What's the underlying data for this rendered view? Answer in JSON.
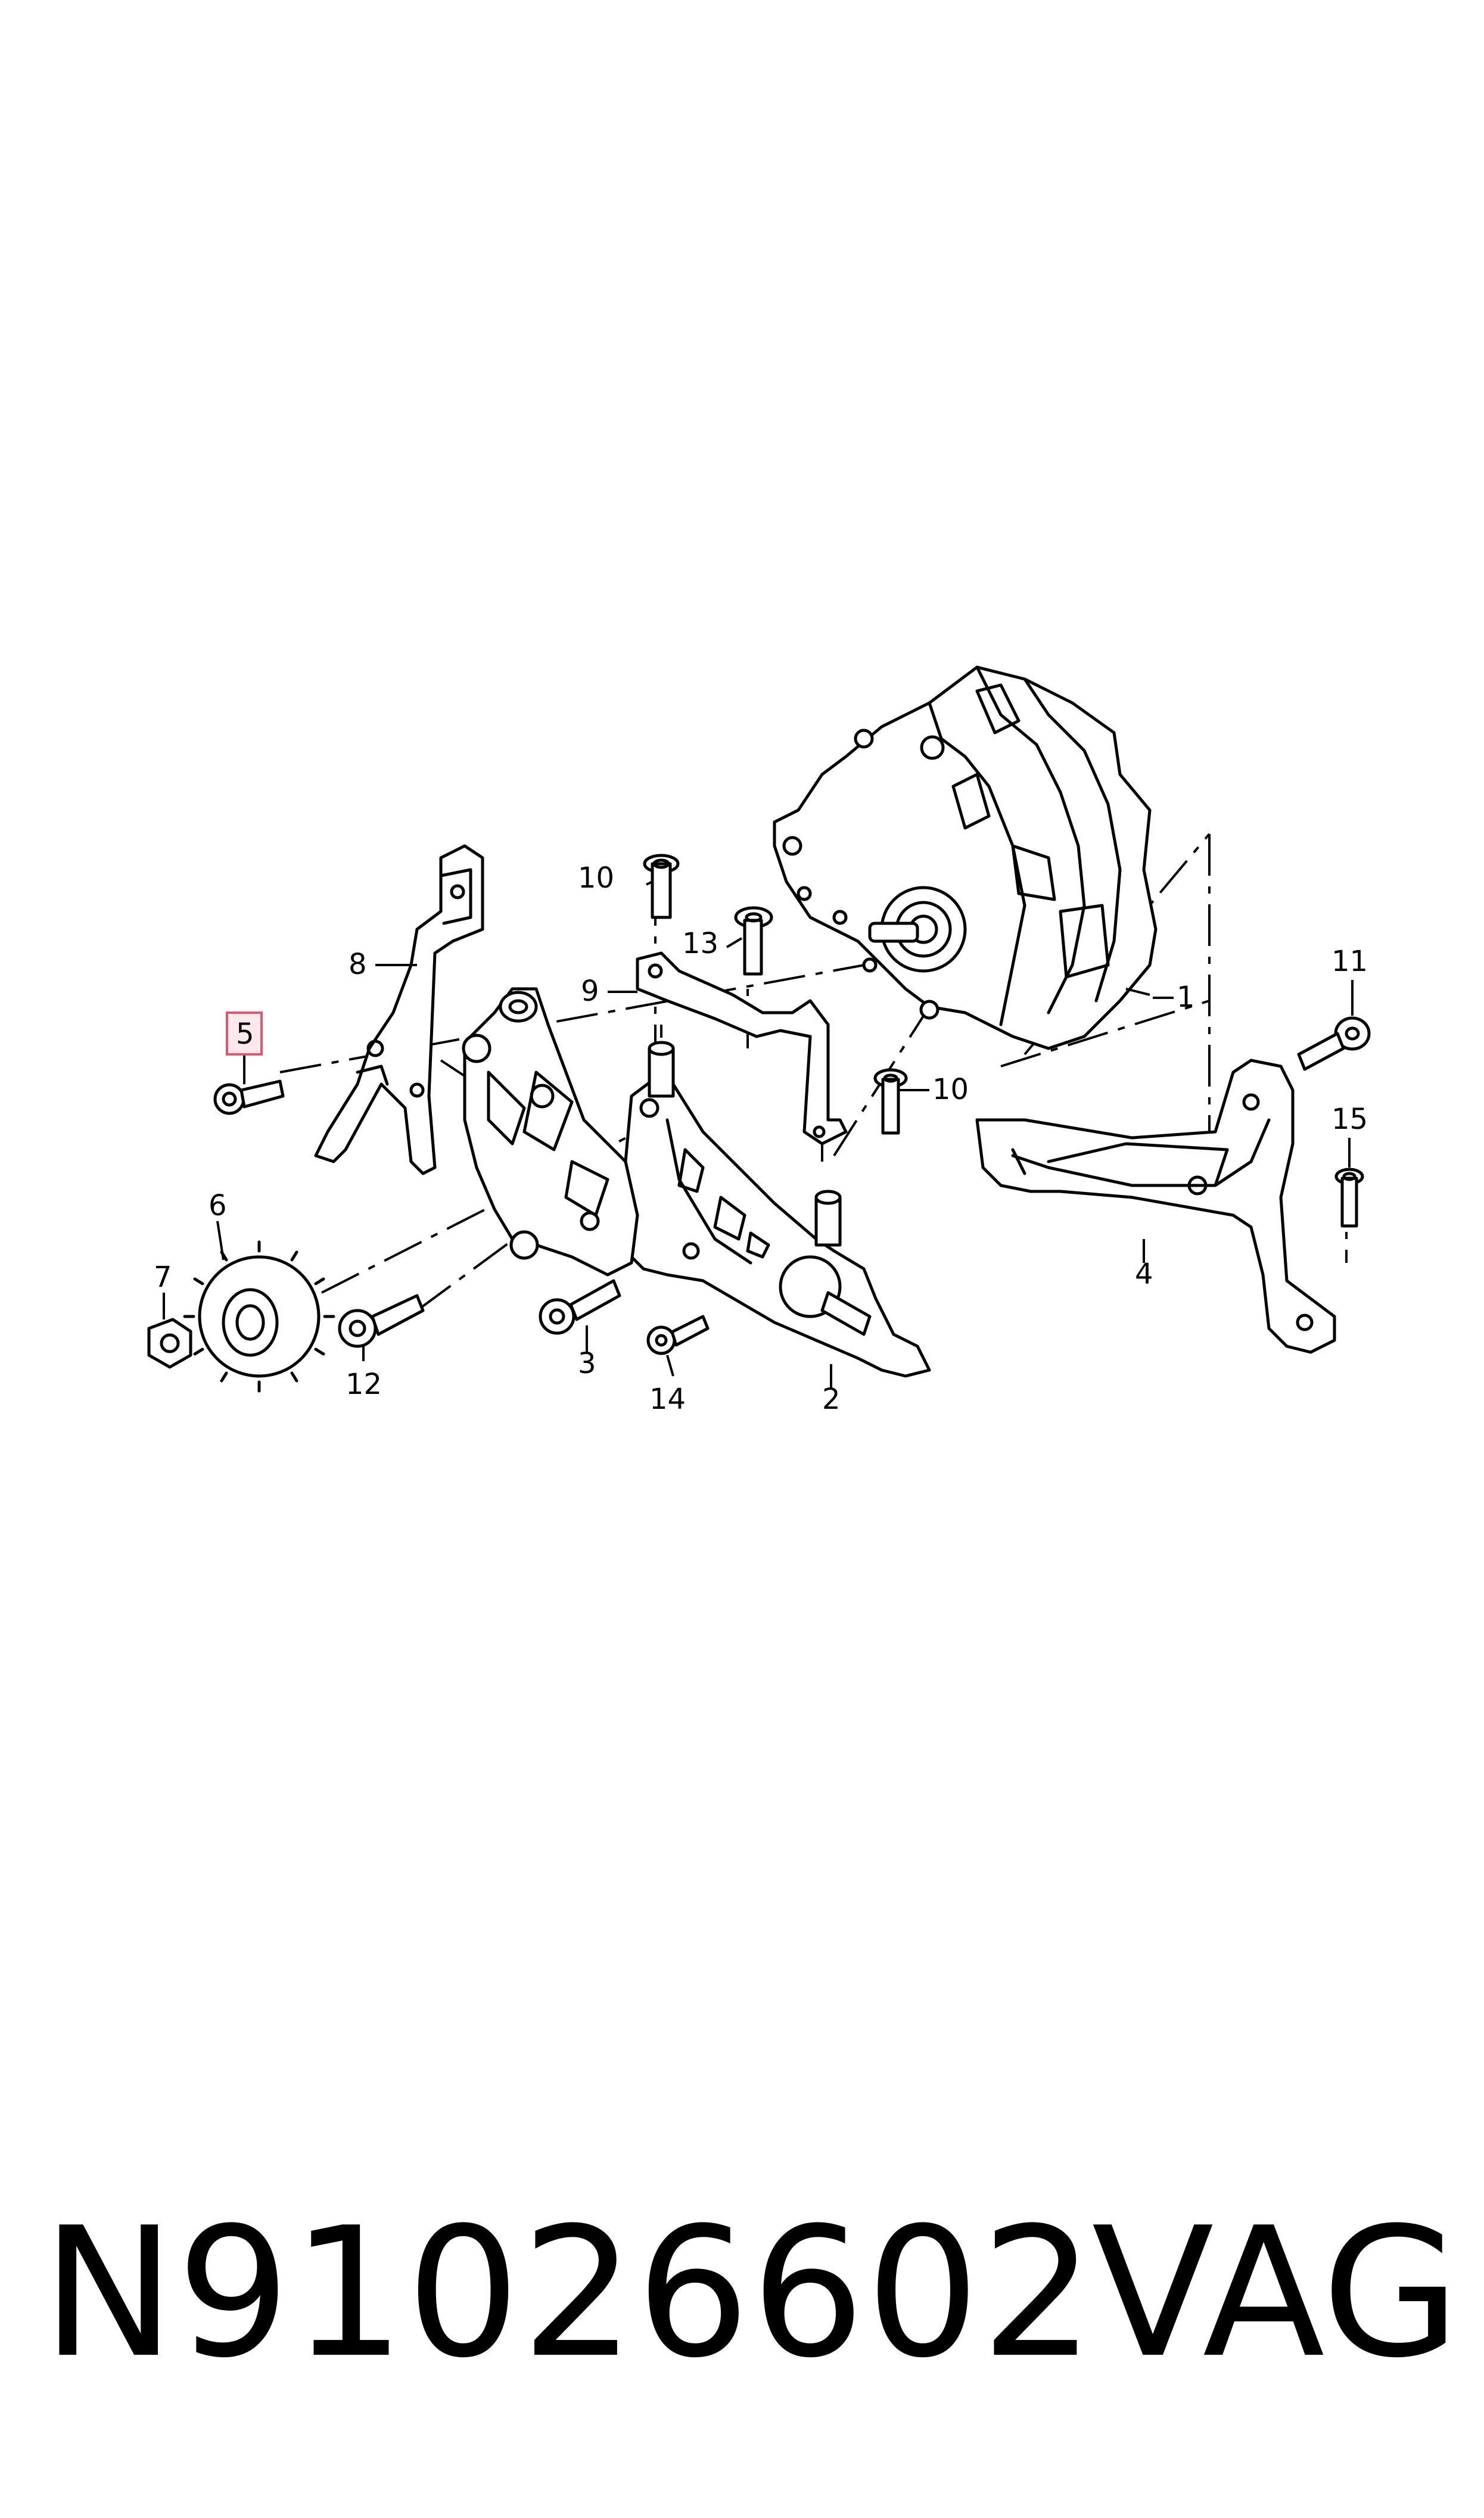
{
  "diagram": {
    "callouts": [
      {
        "id": "c1",
        "text": "1"
      },
      {
        "id": "c2",
        "text": "2"
      },
      {
        "id": "c3",
        "text": "3"
      },
      {
        "id": "c4",
        "text": "4"
      },
      {
        "id": "c5",
        "text": "5",
        "highlighted": true
      },
      {
        "id": "c6",
        "text": "6"
      },
      {
        "id": "c7",
        "text": "7"
      },
      {
        "id": "c8",
        "text": "8"
      },
      {
        "id": "c9",
        "text": "9"
      },
      {
        "id": "c10a",
        "text": "10"
      },
      {
        "id": "c10b",
        "text": "10"
      },
      {
        "id": "c11",
        "text": "11"
      },
      {
        "id": "c12",
        "text": "12"
      },
      {
        "id": "c13",
        "text": "13"
      },
      {
        "id": "c14",
        "text": "14"
      },
      {
        "id": "c15",
        "text": "15"
      }
    ],
    "highlight_color": "#e0566f"
  },
  "footer": {
    "part_number": "N91026602",
    "brand": "VAG"
  }
}
